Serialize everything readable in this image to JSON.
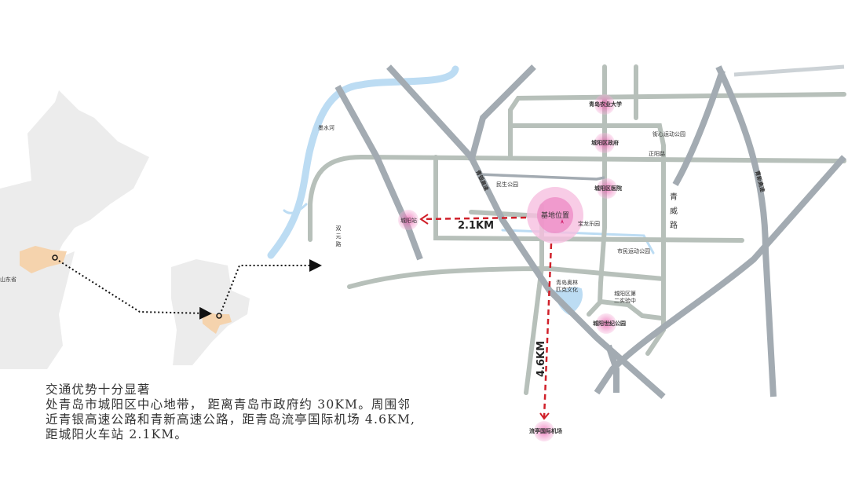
{
  "colors": {
    "highway": "#a3abb2",
    "road": "#b7c0ba",
    "river": "#bcdcf3",
    "poi": "#ef8fc6",
    "route": "#d0202a",
    "province": "#f5d3ad",
    "land": "#ececec"
  },
  "overview": {
    "province_label": "山东省"
  },
  "map": {
    "river": "墨水河",
    "roads": {
      "qingyin": "青银高速",
      "qingxin": "青新高速",
      "qingwei": "青威路",
      "zhengyang": "正阳路",
      "shuangyuan": "双元路"
    },
    "pois": {
      "site": "基地位置",
      "university": "青岛农业大学",
      "gov": "城阳区政府",
      "hospital": "城阳区医院",
      "station": "城阳站",
      "airport": "流亭国际机场",
      "century_park": "城阳世纪公园"
    },
    "places": {
      "jiexin_park": "街心运动公园",
      "minsheng_park": "民生公园",
      "baolong": "宝龙乐园",
      "citizen_park": "市民运动公园",
      "olympic_1": "青岛奥林",
      "olympic_2": "匹克文化",
      "school_1": "城阳区第",
      "school_2": "二实验中"
    },
    "distances": {
      "station": "2.1KM",
      "airport": "4.6KM"
    }
  },
  "description": {
    "title": "交通优势十分显著",
    "lines": [
      "处青岛市城阳区中心地带， 距离青岛市政府约 30KM。周围邻",
      "近青银高速公路和青新高速公路，距青岛流亭国际机场 4.6KM,",
      "距城阳火车站 2.1KM。"
    ]
  }
}
